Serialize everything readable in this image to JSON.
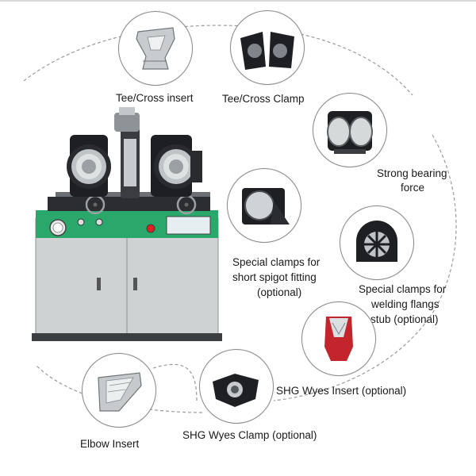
{
  "labels": {
    "tee_cross_insert": "Tee/Cross insert",
    "tee_cross_clamp": "Tee/Cross Clamp",
    "strong_bearing_1": "Strong bearing",
    "strong_bearing_2": "force",
    "spigot_1": "Special clamps for",
    "spigot_2": "short spigot fitting",
    "spigot_3": "(optional)",
    "flange_1": "Special clamps for",
    "flange_2": "welding flangs",
    "flange_3": "stub (optional)",
    "shg_wyes_insert": "SHG Wyes Insert (optional)",
    "shg_wyes_clamp": "SHG Wyes Clamp (optional)",
    "elbow_insert": "Elbow Insert"
  },
  "colors": {
    "machine_green": "#2aa86c",
    "cabinet_grey": "#c9cccd",
    "clamp_dark": "#1e1f22",
    "insert_red": "#c4242b"
  }
}
